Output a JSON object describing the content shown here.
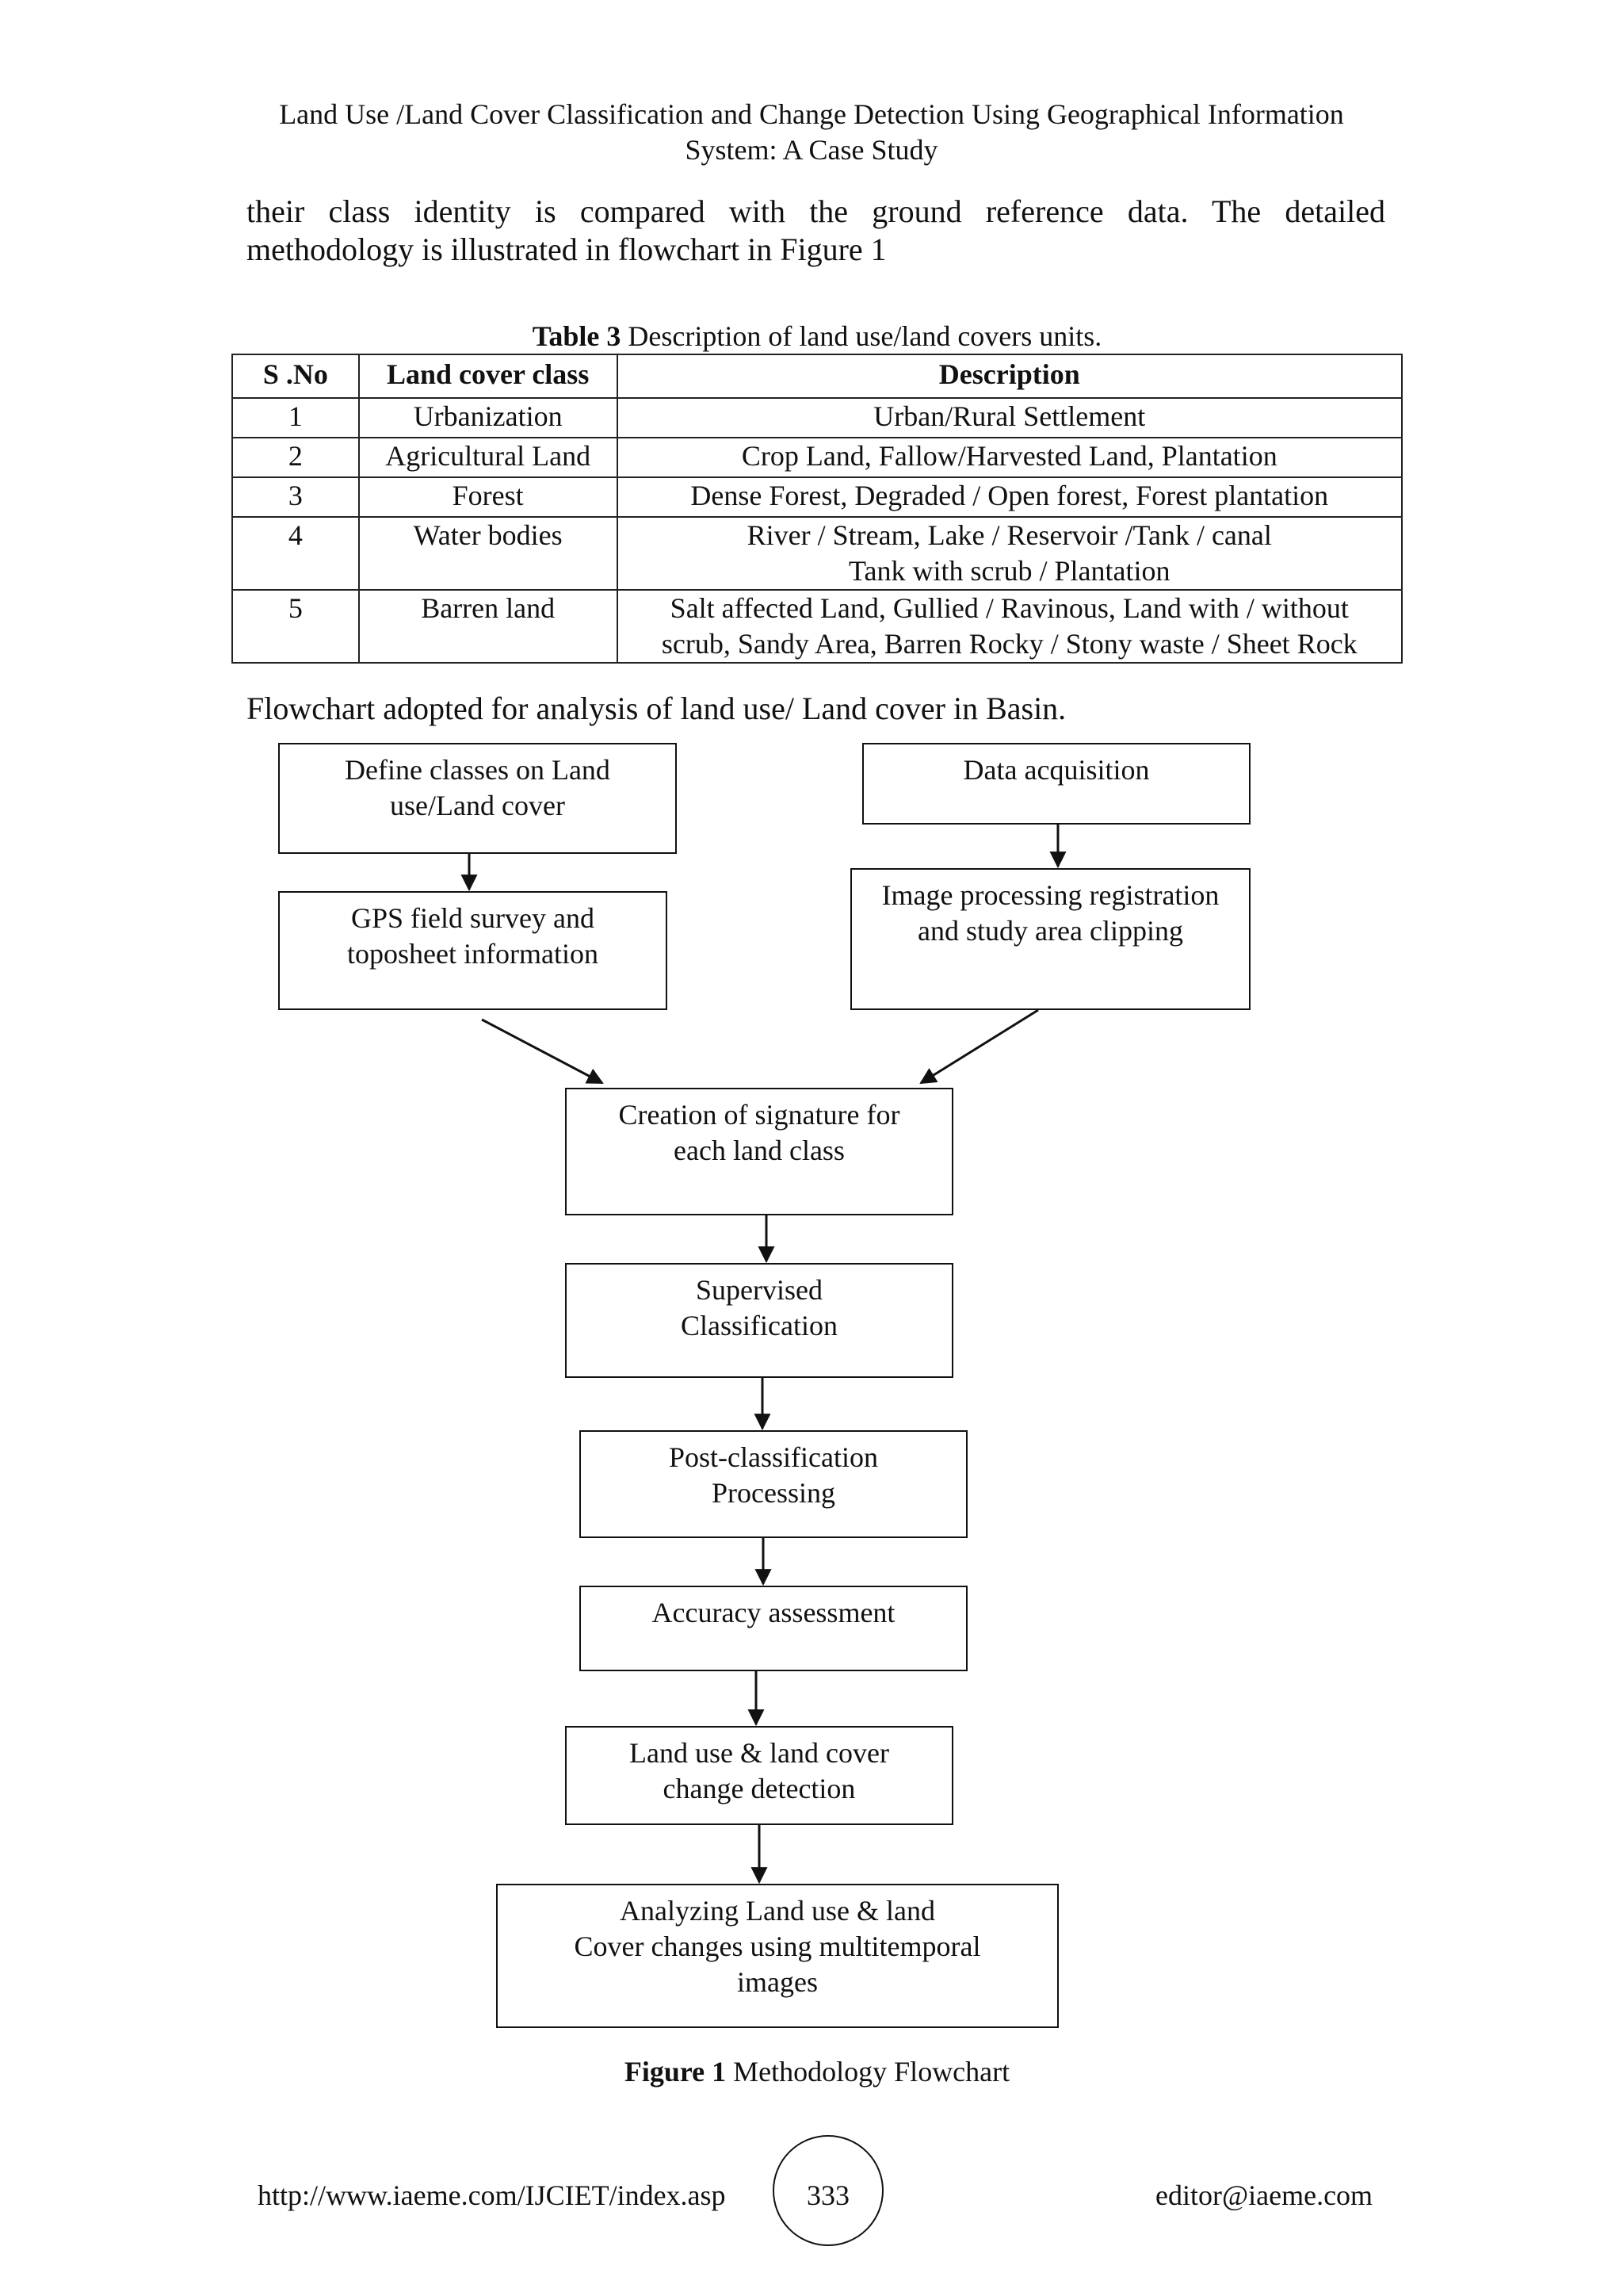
{
  "running_head": {
    "line1": "Land Use /Land Cover Classification and Change Detection Using Geographical Information",
    "line2": "System: A Case Study"
  },
  "body_text": {
    "line1": "their class identity is compared with the ground reference data. The detailed",
    "line2": "methodology is illustrated in flowchart in Figure 1"
  },
  "table": {
    "caption_label": "Table 3",
    "caption_text": " Description of land use/land covers units.",
    "headers": [
      "S .No",
      "Land cover class",
      "Description"
    ],
    "rows": [
      {
        "sno": "1",
        "class": "Urbanization",
        "desc1": "Urban/Rural Settlement",
        "desc2": ""
      },
      {
        "sno": "2",
        "class": "Agricultural Land",
        "desc1": "Crop Land, Fallow/Harvested Land, Plantation",
        "desc2": ""
      },
      {
        "sno": "3",
        "class": "Forest",
        "desc1": "Dense Forest, Degraded / Open forest, Forest plantation",
        "desc2": ""
      },
      {
        "sno": "4",
        "class": "Water bodies",
        "desc1": "River / Stream, Lake / Reservoir /Tank / canal",
        "desc2": "Tank with scrub / Plantation"
      },
      {
        "sno": "5",
        "class": "Barren land",
        "desc1": "Salt affected Land, Gullied / Ravinous, Land with / without",
        "desc2": "scrub, Sandy Area, Barren Rocky / Stony waste / Sheet Rock"
      }
    ]
  },
  "flow_intro": "Flowchart adopted for analysis of land use/ Land cover in Basin.",
  "flowchart": {
    "define_classes": [
      "Define classes on Land",
      "use/Land cover"
    ],
    "gps_survey": [
      "GPS field survey and",
      "toposheet information"
    ],
    "data_acquisition": [
      "Data acquisition"
    ],
    "image_processing": [
      "Image processing registration",
      "and study area clipping"
    ],
    "signature": [
      "Creation of signature for",
      "each land class"
    ],
    "supervised": [
      "Supervised",
      "Classification"
    ],
    "post_classification": [
      "Post-classification",
      "Processing"
    ],
    "accuracy": [
      "Accuracy assessment"
    ],
    "change_detection": [
      "Land use & land cover",
      "change detection"
    ],
    "analyzing": [
      "Analyzing Land use & land",
      "Cover changes using multitemporal",
      "images"
    ]
  },
  "figure_caption": {
    "label": "Figure 1",
    "text": " Methodology Flowchart"
  },
  "footer": {
    "url": "http://www.iaeme.com/IJCIET/index.asp",
    "page_number": "333",
    "email": "editor@iaeme.com"
  }
}
